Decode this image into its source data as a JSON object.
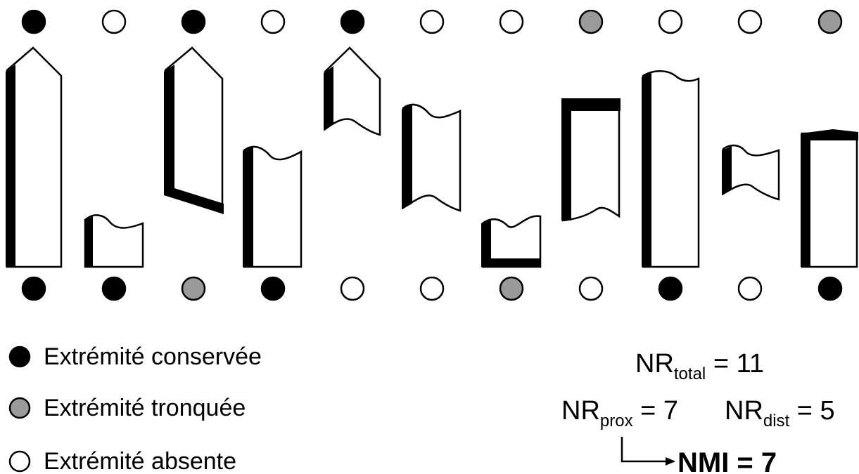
{
  "colors": {
    "conserved": "#000000",
    "truncated": "#9a9a9a",
    "absent": "#ffffff"
  },
  "top_ends": [
    "conserved",
    "absent",
    "conserved",
    "absent",
    "conserved",
    "absent",
    "absent",
    "truncated",
    "absent",
    "absent",
    "truncated"
  ],
  "bottom_ends": [
    "conserved",
    "conserved",
    "truncated",
    "conserved",
    "absent",
    "absent",
    "truncated",
    "absent",
    "conserved",
    "absent",
    "conserved"
  ],
  "legend": [
    {
      "status": "conserved",
      "label": "Extrémité conservée"
    },
    {
      "status": "truncated",
      "label": "Extrémité tronquée"
    },
    {
      "status": "absent",
      "label": "Extrémité absente"
    }
  ],
  "formulas": {
    "total_prefix": "NR",
    "total_sub": "total",
    "total_value": " = 11",
    "prox_prefix": "NR",
    "prox_sub": "prox",
    "prox_value": " = 7",
    "dist_prefix": "NR",
    "dist_sub": "dist",
    "dist_value": " = 5",
    "nmi": "NMI = 7"
  }
}
